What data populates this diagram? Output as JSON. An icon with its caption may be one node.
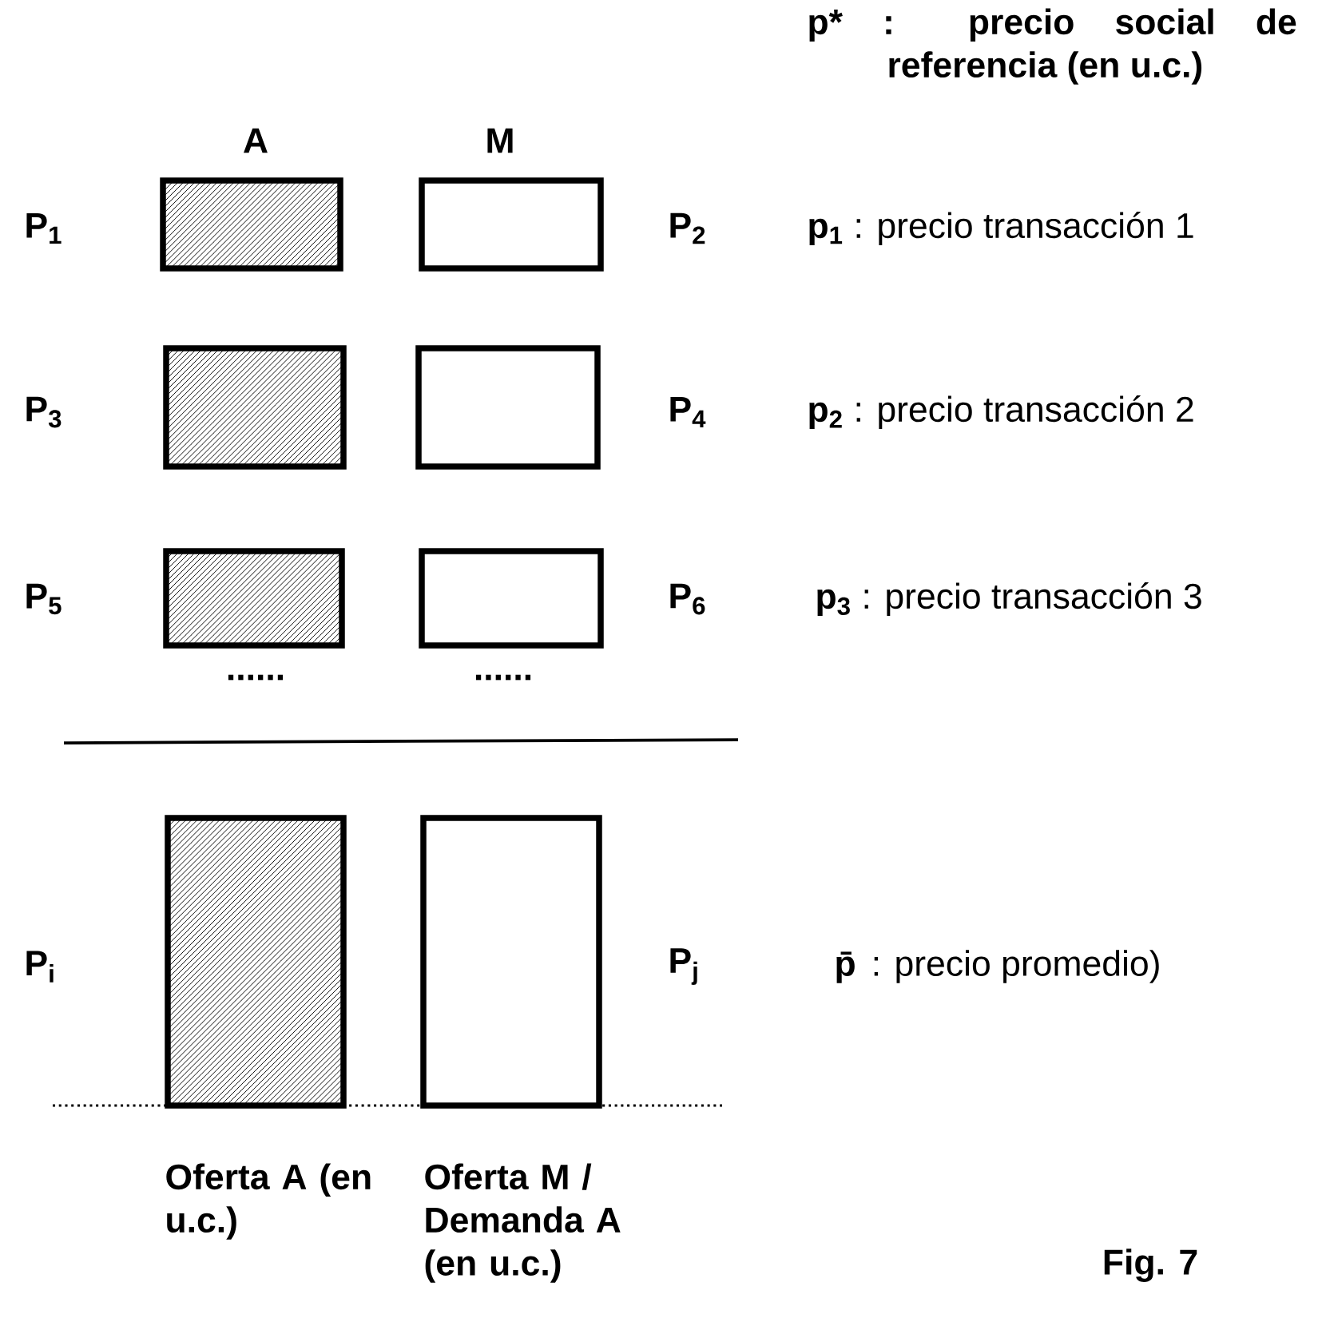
{
  "diagram": {
    "nodes": [
      {
        "text": [],
        "shape": "box"
      },
      {
        "text": [],
        "shape": "box"
      },
      {
        "text": [],
        "shape": "box"
      },
      {
        "text": [],
        "shape": "box"
      },
      {
        "text": [],
        "shape": "box"
      },
      {
        "text": [],
        "shape": "box"
      },
      {
        "text": [],
        "shape": "box"
      },
      {
        "text": [],
        "shape": "box"
      }
    ],
    "edges": [],
    "labels": [
      "p* : precio social de referencia (en u.c.)",
      "A",
      "M",
      "P$_{1}$",
      "P$_{2}$",
      "**p$_{1}$** : precio transacción 1",
      "P$_{3}$",
      "P$_{4}$",
      "**p$_{2}$** : precio transacción 2",
      "P$_{5}$",
      "P$_{6}$",
      "**p$_{3}$** : precio transacción 3",
      "......",
      "......",
      "P$_{i}$",
      "P$_{j}$",
      "**p̄** : precio promedio)",
      "Oferta A (en u.c.)",
      "Oferta M / Demanda A (en u.c.)",
      "Fig. 7"
    ]
  }
}
